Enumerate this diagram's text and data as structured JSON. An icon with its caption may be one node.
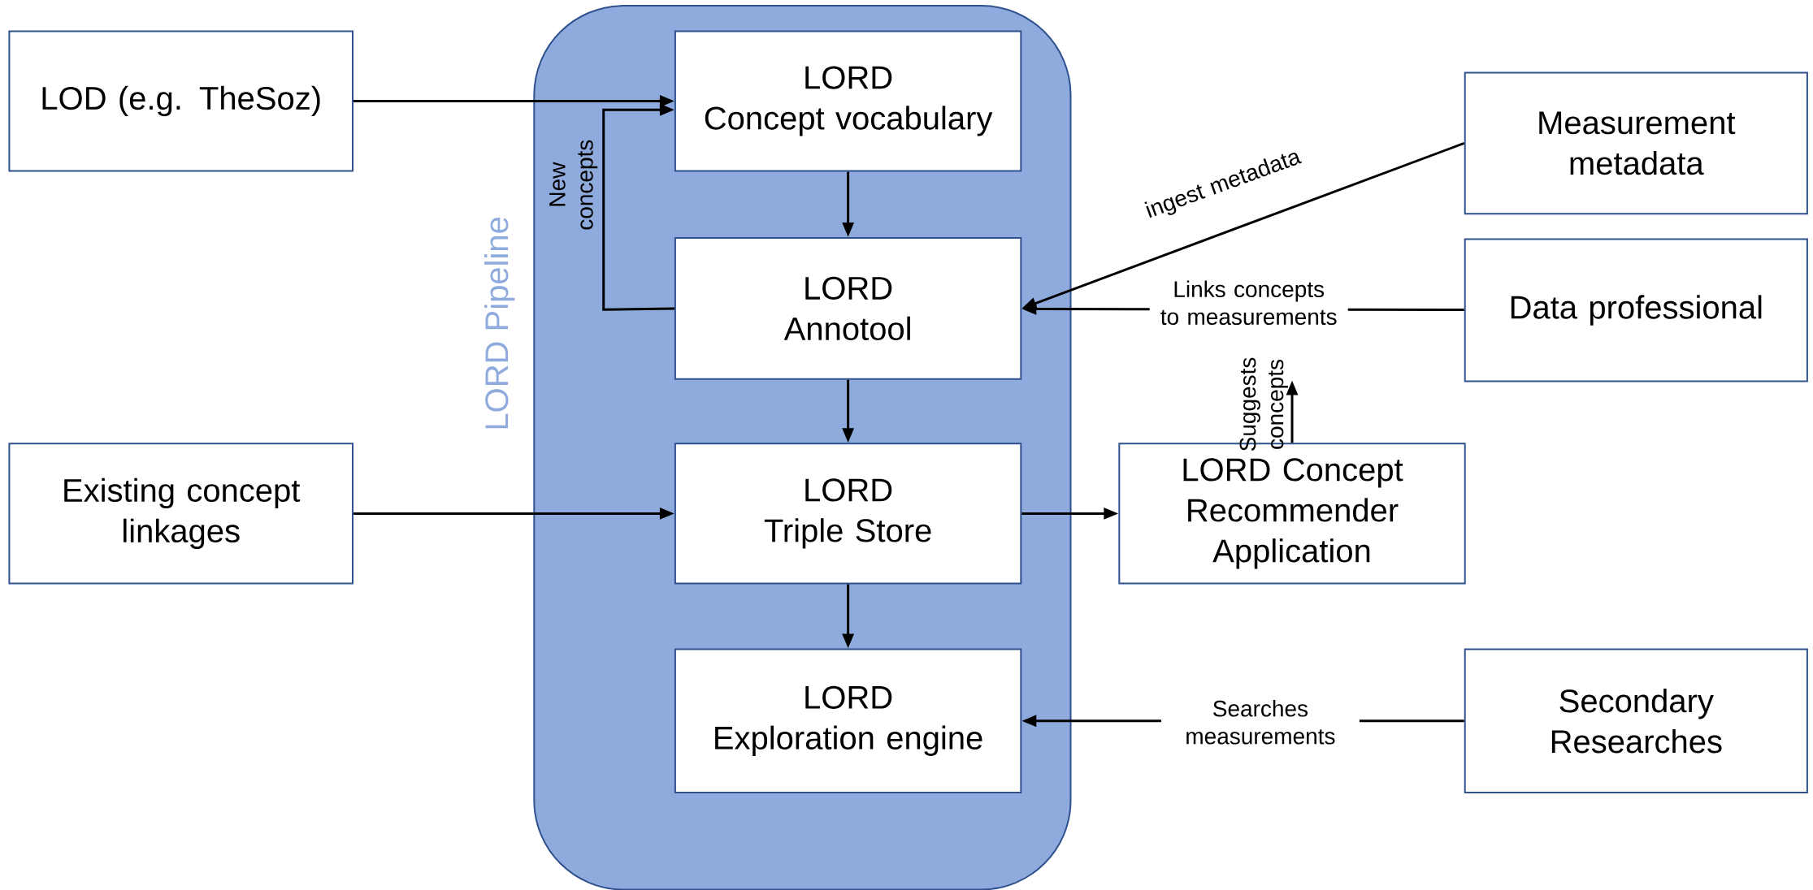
{
  "diagram": {
    "nodes": [
      {
        "text": [
          "LORD Pipeline"
        ]
      },
      {
        "text": [
          "LOD (e.g. TheSoz)"
        ]
      },
      {
        "text": [
          "LORD",
          "Concept vocabulary"
        ],
        "in": 0
      },
      {
        "text": [
          "Measurement metadata"
        ]
      },
      {
        "text": [
          "LORD",
          "Annotool"
        ],
        "in": 0
      },
      {
        "text": [
          "Data professional"
        ]
      },
      {
        "text": [
          "Existing concept linkages"
        ]
      },
      {
        "text": [
          "LORD",
          "Triple Store"
        ],
        "in": 0
      },
      {
        "text": [
          "LORD Concept Recommender Application"
        ]
      },
      {
        "text": [
          "LORD",
          "Exploration engine"
        ],
        "in": 0
      },
      {
        "text": [
          "Secondary Researches"
        ]
      }
    ],
    "edges": [
      {
        "from": 1,
        "to": 2,
        "arrow": "to"
      },
      {
        "from": 4,
        "to": 2,
        "arrow": "to",
        "label": "New concepts"
      },
      {
        "from": 2,
        "to": 4,
        "arrow": "to"
      },
      {
        "from": 3,
        "to": 4,
        "arrow": "to",
        "label": "ingest metadata"
      },
      {
        "from": 5,
        "to": 4,
        "arrow": "to",
        "label": "Links concepts to measurements"
      },
      {
        "from": 4,
        "to": 7,
        "arrow": "to"
      },
      {
        "from": 6,
        "to": 7,
        "arrow": "to"
      },
      {
        "from": 7,
        "to": 8,
        "arrow": "to"
      },
      {
        "from": 8,
        "to": null,
        "arrow": "to",
        "label": "Suggests concepts"
      },
      {
        "from": 7,
        "to": 9,
        "arrow": "to"
      },
      {
        "from": 10,
        "to": 9,
        "arrow": "to",
        "label": "Searches measurements"
      }
    ]
  }
}
